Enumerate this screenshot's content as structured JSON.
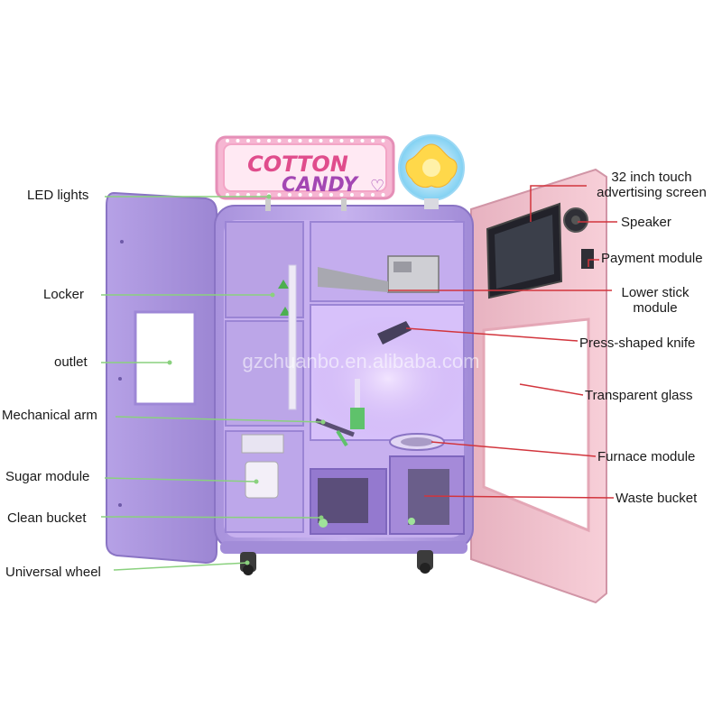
{
  "sign": {
    "line1": "COTTON",
    "line2": "CANDY"
  },
  "watermark": "gzchuanbo.en.alibaba.com",
  "labels": {
    "led_lights": "LED lights",
    "locker": "Locker",
    "outlet": "outlet",
    "mechanical_arm": "Mechanical arm",
    "sugar_module": "Sugar module",
    "clean_bucket": "Clean bucket",
    "universal_wheel": "Universal wheel",
    "touch_screen_line1": "32 inch touch",
    "touch_screen_line2": "advertising screen",
    "speaker": "Speaker",
    "payment_module": "Payment module",
    "lower_stick_line1": "Lower stick",
    "lower_stick_line2": "module",
    "press_knife": "Press-shaped knife",
    "transparent_glass": "Transparent glass",
    "furnace_module": "Furnace module",
    "waste_bucket": "Waste bucket"
  },
  "colors": {
    "body_purple": "#b9a3e3",
    "body_purple_dark": "#8f78c8",
    "door_pink": "#f4c4cf",
    "door_pink_dark": "#d99aa9",
    "inner_purple": "#c9b3ef",
    "sign_pink": "#f6b6d2",
    "leader_green": "#8ad17e",
    "leader_red": "#d2353d"
  }
}
